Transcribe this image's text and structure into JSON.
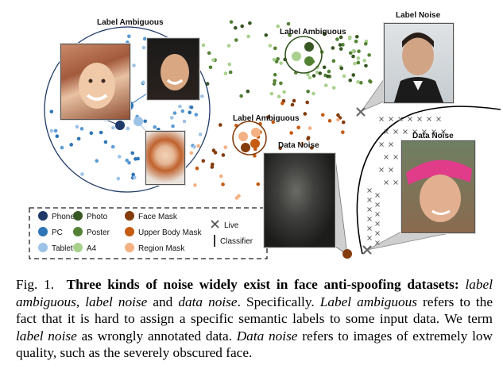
{
  "figure": {
    "labels": {
      "label_ambiguous_main": "Label Ambiguous",
      "label_ambiguous_green": "Label Ambiguous",
      "label_ambiguous_orange": "Label Ambiguous",
      "label_noise": "Label Noise",
      "data_noise_left": "Data Noise",
      "data_noise_right": "Data Noise"
    },
    "legend": {
      "items": [
        {
          "label": "Phone",
          "color": "#1f3a68"
        },
        {
          "label": "PC",
          "color": "#2e75b6"
        },
        {
          "label": "Tablet",
          "color": "#9dc3e6"
        },
        {
          "label": "Photo",
          "color": "#385723"
        },
        {
          "label": "Poster",
          "color": "#548235"
        },
        {
          "label": "A4",
          "color": "#a9d18e"
        },
        {
          "label": "Face Mask",
          "color": "#843c0c"
        },
        {
          "label": "Upper Body Mask",
          "color": "#c55a11"
        },
        {
          "label": "Region Mask",
          "color": "#f4b183"
        }
      ],
      "live_label": "Live",
      "classifier_label": "Classifier"
    }
  },
  "caption": {
    "fig_label": "Fig. 1.",
    "bold_sentence": "Three kinds of noise widely exist in face anti-spoofing datasets",
    "colon": ":",
    "ital_1": "label ambiguous",
    "comma": ",",
    "ital_2": "label noise",
    "and": " and ",
    "ital_3": "data noise",
    "after_3": ". Specifically. ",
    "ital_4": "Label ambiguous",
    "sentence_2": " refers to the fact that it is hard to assign a specific semantic labels to some input data. We term ",
    "ital_5": "label noise",
    "sentence_3": " as wrongly annotated data. ",
    "ital_6": "Data noise",
    "sentence_4": " refers to images of extremely low quality, such as the severely obscured face."
  }
}
